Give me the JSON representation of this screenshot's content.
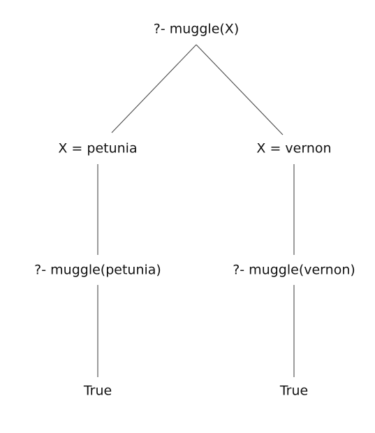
{
  "diagram": {
    "type": "search-tree",
    "nodes": [
      {
        "id": "root",
        "label": "?- muggle(X)"
      },
      {
        "id": "bind-petunia",
        "label": "X = petunia"
      },
      {
        "id": "bind-vernon",
        "label": "X = vernon"
      },
      {
        "id": "goal-petunia",
        "label": "?- muggle(petunia)"
      },
      {
        "id": "goal-vernon",
        "label": "?- muggle(vernon)"
      },
      {
        "id": "true-left",
        "label": "True"
      },
      {
        "id": "true-right",
        "label": "True"
      }
    ],
    "edges": [
      {
        "from": "root",
        "to": "bind-petunia"
      },
      {
        "from": "root",
        "to": "bind-vernon"
      },
      {
        "from": "bind-petunia",
        "to": "goal-petunia"
      },
      {
        "from": "bind-vernon",
        "to": "goal-vernon"
      },
      {
        "from": "goal-petunia",
        "to": "true-left"
      },
      {
        "from": "goal-vernon",
        "to": "true-right"
      }
    ]
  }
}
